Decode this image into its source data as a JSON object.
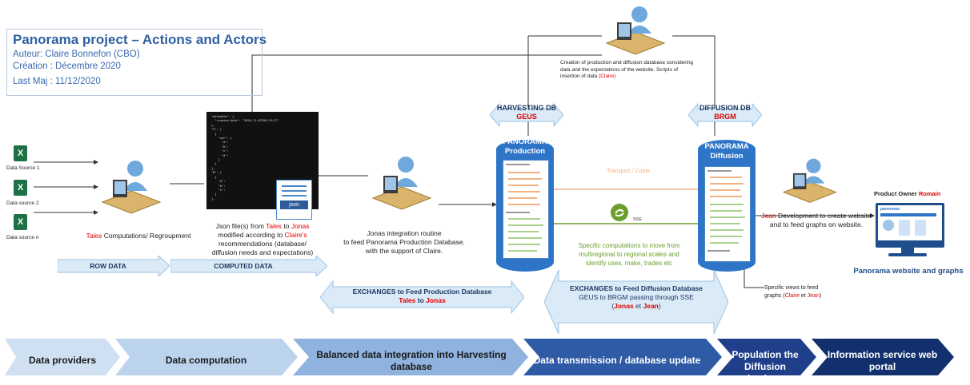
{
  "header": {
    "title": "Panorama project – Actions and Actors",
    "author": "Auteur: Claire Bonnefon (CBO)",
    "creation": "Création : Décembre 2020",
    "last_update": "Last Maj : 11/12/2020"
  },
  "sources": [
    {
      "label": "Data Source 1",
      "icon": "excel-icon"
    },
    {
      "label": "Data source 2",
      "icon": "excel-icon"
    },
    {
      "label": "Data source n",
      "icon": "excel-icon"
    }
  ],
  "actors": {
    "tales": {
      "name": "Tales",
      "text": "Computations/ Regroupment"
    },
    "json_caption": {
      "line1a": "Json file(s) from ",
      "tales": "Tales",
      "to": " to ",
      "jonas": "Jonas",
      "line2": "modified according to ",
      "claire": "Claire's",
      "line3": "recommendations (database/",
      "line4": "diffusion needs and expectations)"
    },
    "json_badge": "json",
    "jonas_caption": [
      "Jonas integration routine",
      "to feed Panorama Production Database.",
      "with the support of Claire."
    ],
    "claire_caption": {
      "line1": "Creation of production and diffusion database considering",
      "line2": "data  and  the  expectations  of  the  website.  Scripts  of",
      "line3": "insertion of data ",
      "who": "(Claire)"
    },
    "jean_caption": {
      "jean": "Jean",
      "line1": " Development to create website",
      "line2": "and to feed graphs on website."
    },
    "owner": {
      "text": "Product Owner ",
      "name": "Romain"
    },
    "portal_caption": "Panorama website and graphs",
    "portal_brand": "panorama"
  },
  "json_code": [
    "\"metadata\": {",
    "  \"created-date\": \"2020-11-03T09:29:27\"",
    "},",
    "\"A\": [",
    "  {",
    "    \"ser\": {",
    "      \"a\": ",
    "      \"b\": ",
    "      \"c\": ",
    "      \"d\": ",
    "    }",
    "  }",
    "],",
    "\"B\": [",
    "  {",
    "    \"a\": ",
    "    \"b\": ",
    "    \"c\": ",
    "  }",
    "],"
  ],
  "databases": {
    "harvesting": {
      "label": "HARVESTING DB",
      "owner": "GEUS"
    },
    "diffusion": {
      "label": "DIFFUSION DB",
      "owner": "BRGM"
    },
    "production": {
      "line1": "PANORAMA",
      "line2": "Production"
    },
    "diffusion_cyl": {
      "line1": "PANORAMA",
      "line2": "Diffusion"
    }
  },
  "transfer": {
    "orange_label": "Transport / Copie",
    "sse_label": "SSE",
    "green_text": [
      "Specific computations to move from",
      "multiregional to regional scales and",
      "identify uses, make, trades etc"
    ]
  },
  "bands": {
    "row_data": "ROW DATA",
    "computed_data": "COMPUTED DATA",
    "exchange_prod": {
      "title": "EXCHANGES to Feed Production Database",
      "tales": "Tales",
      "to": " to ",
      "jonas": "Jonas"
    },
    "exchange_diff": {
      "title": "EXCHANGES to Feed Diffusion Database",
      "line2": "GEUS to BRGM passing through SSE",
      "open": "(",
      "jonas": "Jonas",
      "et": " et ",
      "jean": "Jean",
      "close": ")"
    }
  },
  "specific_views": {
    "line1": "Specific views to feed",
    "line2a": "graphs (",
    "claire": "Claire",
    "et": " et ",
    "jean": "Jean",
    "close": ")"
  },
  "process_steps": [
    {
      "label": "Data providers"
    },
    {
      "label": "Data computation"
    },
    {
      "label": "Balanced data integration into Harvesting database"
    },
    {
      "label": "Data transmission / database update"
    },
    {
      "label": "Population the Diffusion database"
    },
    {
      "label": "Information service web portal"
    }
  ],
  "colors": {
    "accent_red": "#e00000",
    "cylinder_blue": "#2e75c8",
    "band_light": "#daeaf6",
    "green": "#6aa02a",
    "orange": "#f4b183"
  }
}
